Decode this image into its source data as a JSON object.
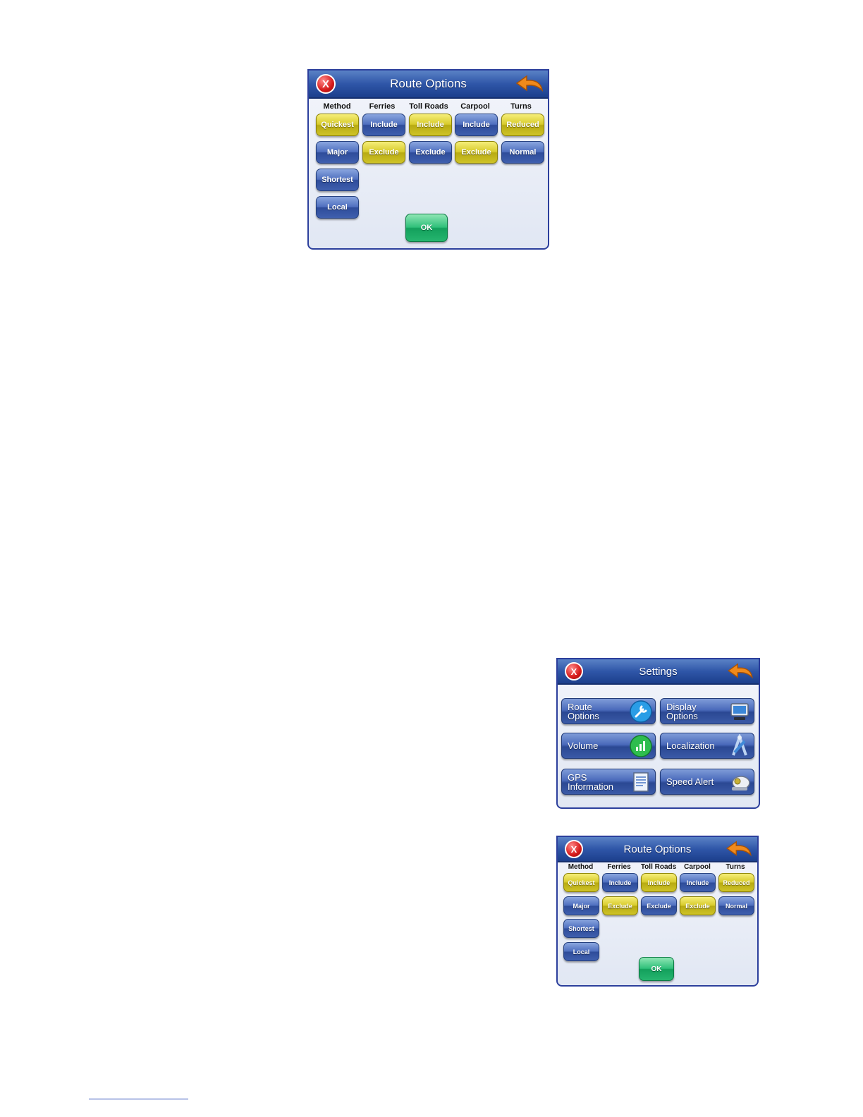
{
  "route_options_panel": {
    "title": "Route Options",
    "close_glyph": "X",
    "columns": [
      "Method",
      "Ferries",
      "Toll Roads",
      "Carpool",
      "Turns"
    ],
    "method": [
      "Quickest",
      "Major",
      "Shortest",
      "Local"
    ],
    "ferries": [
      "Include",
      "Exclude"
    ],
    "toll_roads": [
      "Include",
      "Exclude"
    ],
    "carpool": [
      "Include",
      "Exclude"
    ],
    "turns": [
      "Reduced",
      "Normal"
    ],
    "ok_label": "OK"
  },
  "settings_panel": {
    "title": "Settings",
    "close_glyph": "X",
    "buttons": [
      {
        "label": "Route\nOptions",
        "icon": "wrench-icon"
      },
      {
        "label": "Display\nOptions",
        "icon": "monitor-icon"
      },
      {
        "label": "Volume",
        "icon": "volume-bars-icon"
      },
      {
        "label": "Localization",
        "icon": "compass-tools-icon"
      },
      {
        "label": "GPS\nInformation",
        "icon": "document-icon"
      },
      {
        "label": "Speed Alert",
        "icon": "speed-camera-icon"
      }
    ]
  },
  "colors": {
    "selected": "#d7cb2b",
    "unselected": "#4f6fbf",
    "ok": "#2fc07a",
    "titlebar": "#2f56a8"
  }
}
